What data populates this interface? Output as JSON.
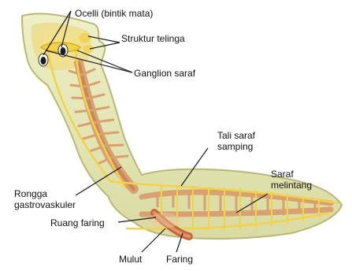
{
  "labels": {
    "ocelli": "Ocelli (bintik mata)",
    "struktur_telinga": "Struktur telinga",
    "ganglion_saraf": "Ganglion saraf",
    "tali_saraf_l1": "Tali saraf",
    "tali_saraf_l2": "samping",
    "saraf_l1": "Saraf",
    "saraf_l2": "melintang",
    "rongga_l1": "Rongga",
    "rongga_l2": "gastrovaskuler",
    "ruang_faring": "Ruang faring",
    "mulut": "Mulut",
    "faring": "Faring"
  },
  "colors": {
    "body_fill": "#e7e8b8",
    "body_edge": "#b7b876",
    "gut": "#d9a070",
    "gut_dark": "#b8744a",
    "nerve": "#f2d24a",
    "nerve_dark": "#d7b01f",
    "pharynx": "#c8653b",
    "eye": "#1c1c1c",
    "leader": "#1a1a1a"
  }
}
